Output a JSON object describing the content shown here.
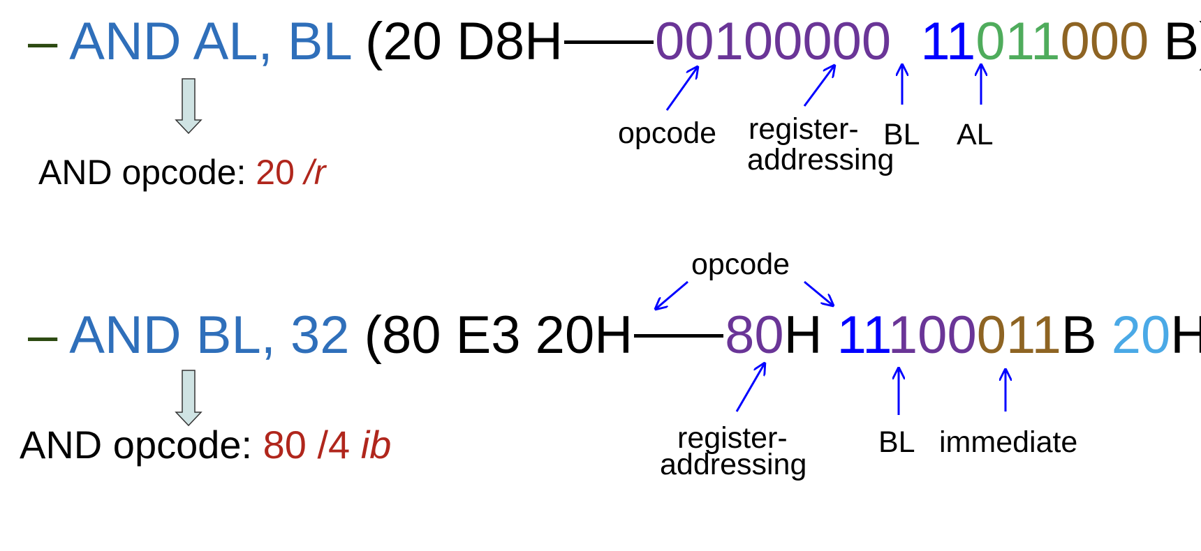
{
  "example1": {
    "bullet": "–",
    "instruction": "AND AL, BL",
    "encoding_hex": "(20 D8H",
    "opcode_bits": "00100000",
    "mod_bits": "11",
    "reg_bits": "011",
    "rm_bits": "000",
    "suffix": " B)",
    "labels": {
      "opcode": "opcode",
      "register1": "register-",
      "register2": "addressing",
      "reg": "BL",
      "rm": "AL"
    },
    "opcode_text": "AND opcode: ",
    "opcode_code": "20 ",
    "opcode_form": "/r"
  },
  "example2": {
    "bullet": "–",
    "instruction": "AND BL, 32",
    "encoding_hex": "(80 E3 20H",
    "opcode_byte": "80",
    "opcode_byte_suffix": "H ",
    "mod_bits": "11",
    "reg_bits": "100",
    "rm_bits": "011",
    "modrm_suffix": "B ",
    "imm": "20",
    "suffix": "H)",
    "labels": {
      "opcode": "opcode",
      "register1": "register-",
      "register2": "addressing",
      "rm": "BL",
      "immediate": "immediate"
    },
    "opcode_text": "AND opcode: ",
    "opcode_code": "80 /4 ",
    "opcode_form": "ib"
  },
  "colors": {
    "arrow": "#0000ff",
    "down_arrow_fill": "#cfe3e3"
  }
}
